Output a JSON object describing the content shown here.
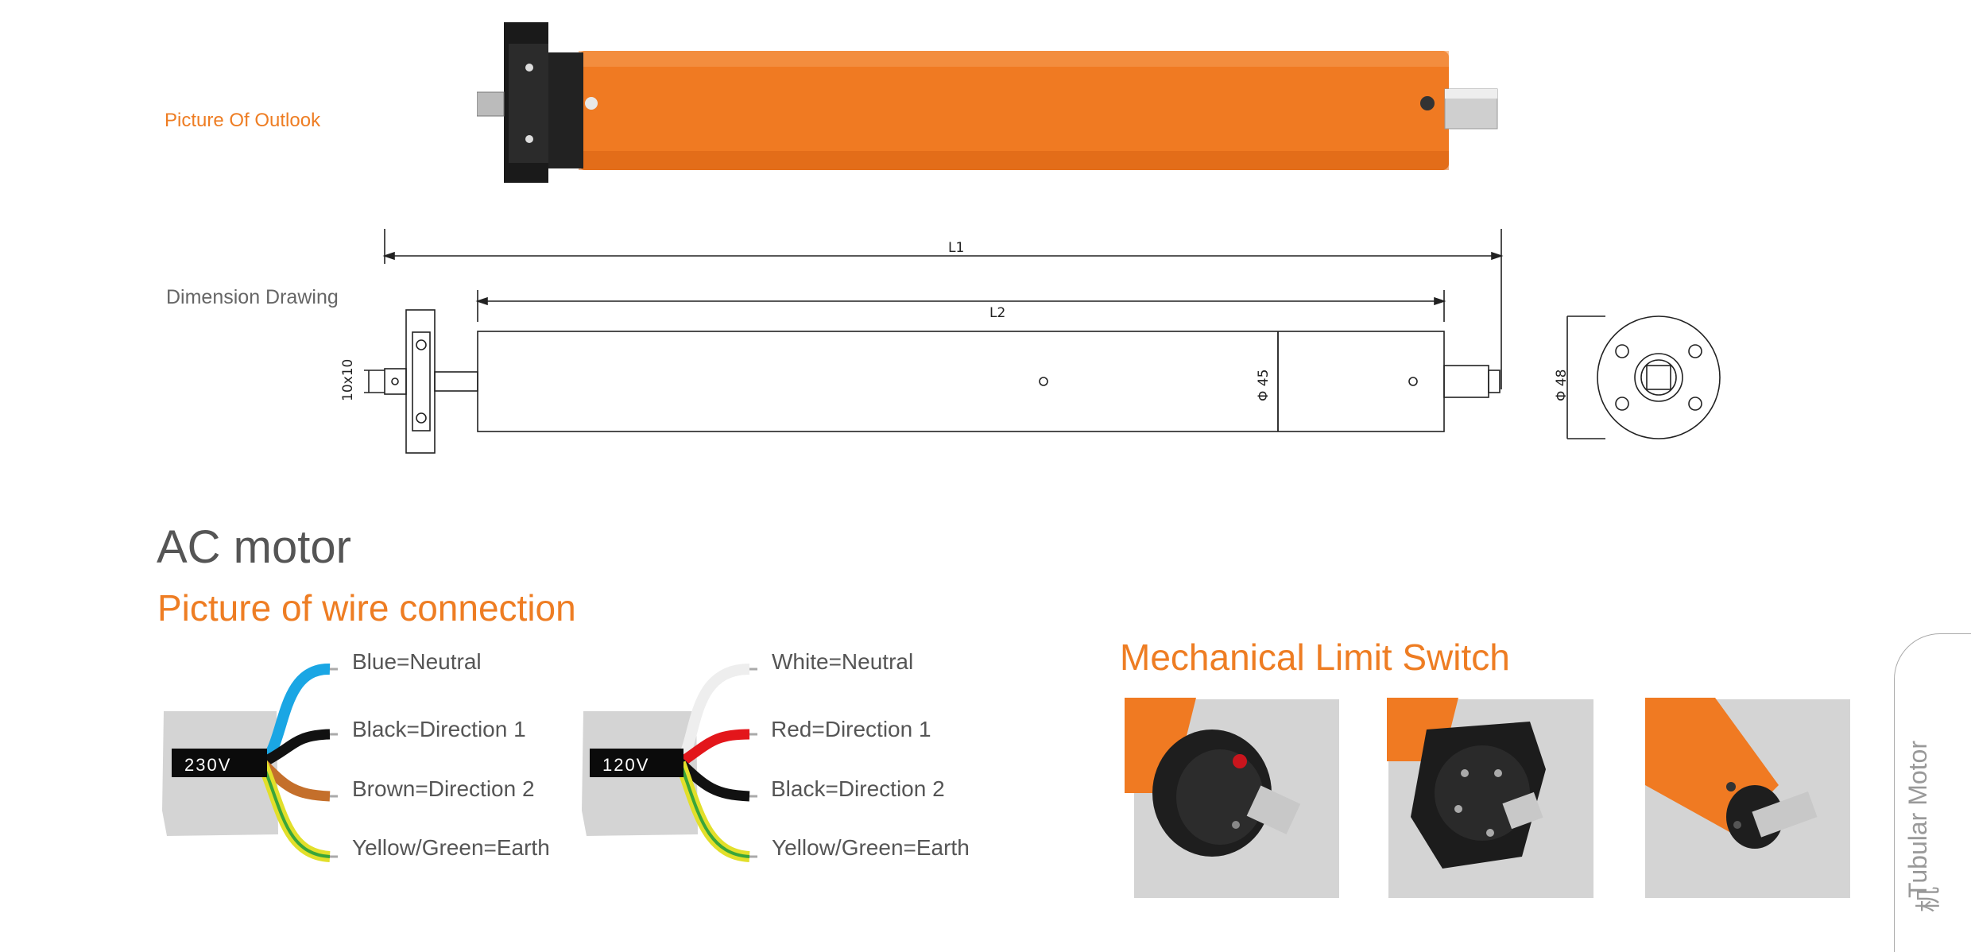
{
  "outlook": {
    "label": "Picture Of Outlook"
  },
  "dimension": {
    "label": "Dimension Drawing",
    "l1": "L1",
    "l2": "L2",
    "shaft": "10x10",
    "diameter_tube": "Φ 45",
    "diameter_head": "Φ 48"
  },
  "ac_motor": {
    "title": "AC motor",
    "subtitle": "Picture of wire connection"
  },
  "wiring": [
    {
      "voltage": "230V",
      "wires": [
        {
          "label": "Blue=Neutral",
          "color": "#1aa6e4"
        },
        {
          "label": "Black=Direction 1",
          "color": "#111111"
        },
        {
          "label": "Brown=Direction 2",
          "color": "#c46f2b"
        },
        {
          "label": "Yellow/Green=Earth",
          "color": "#e2df2a"
        }
      ]
    },
    {
      "voltage": "120V",
      "wires": [
        {
          "label": "White=Neutral",
          "color": "#f0f0f0"
        },
        {
          "label": "Red=Direction 1",
          "color": "#e3161b"
        },
        {
          "label": "Black=Direction 2",
          "color": "#111111"
        },
        {
          "label": "Yellow/Green=Earth",
          "color": "#e2df2a"
        }
      ]
    }
  ],
  "limit_switch": {
    "title": "Mechanical Limit Switch"
  },
  "side_tab": {
    "label": "Tubular Motor",
    "partial_chars": "机"
  },
  "colors": {
    "accent": "#ee7d23",
    "tube": "#f07a22",
    "panel": "#d4d4d4"
  }
}
